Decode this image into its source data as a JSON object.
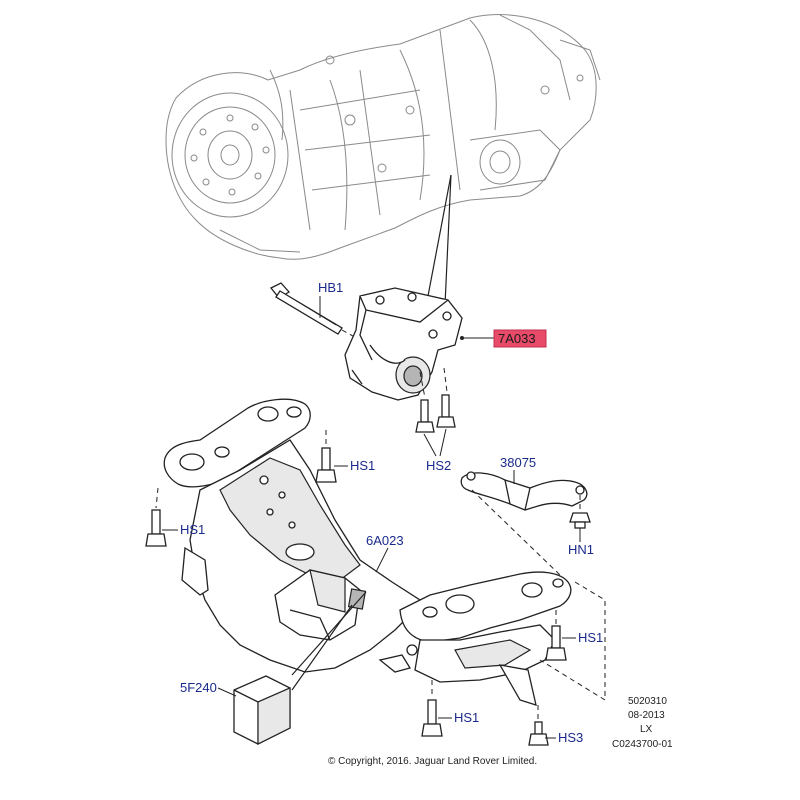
{
  "labels": {
    "hb1": "HB1",
    "p7a033": "7A033",
    "hs2": "HS2",
    "p38075": "38075",
    "hs1_a": "HS1",
    "hs1_b": "HS1",
    "hs1_c": "HS1",
    "hs1_d": "HS1",
    "p6a023": "6A023",
    "hn1": "HN1",
    "p5f240": "5F240",
    "hs3": "HS3"
  },
  "highlight_color": "#e84a6a",
  "label_color": "#1a2a8c",
  "meta": {
    "line1": "5020310",
    "line2": "08-2013",
    "line3": "LX",
    "line4": "C0243700-01"
  },
  "copyright": "© Copyright, 2016. Jaguar Land Rover Limited."
}
